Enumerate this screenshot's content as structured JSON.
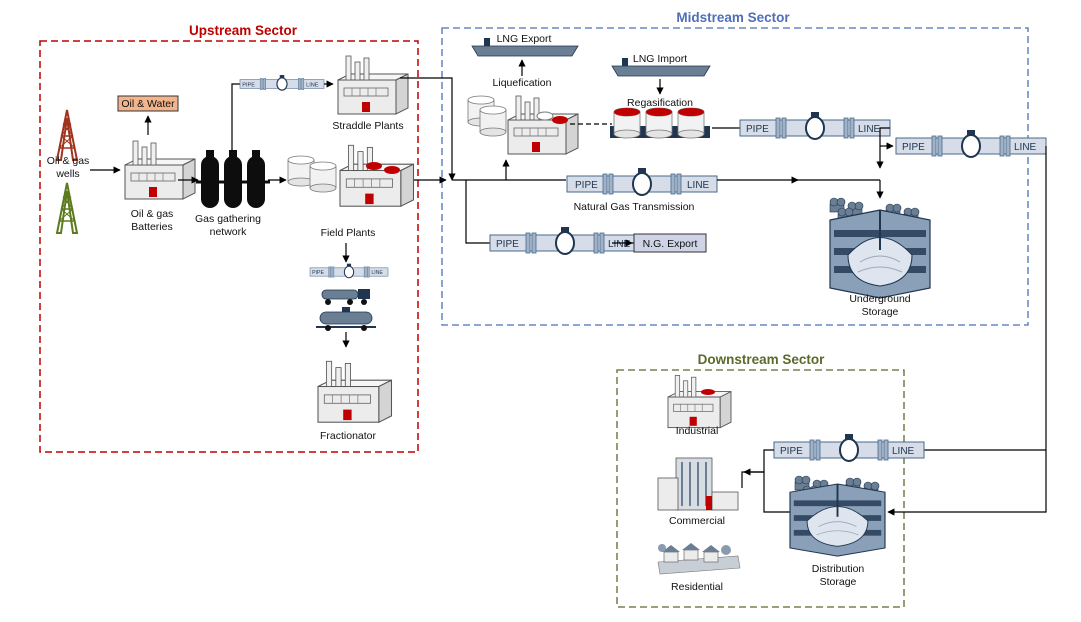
{
  "sectors": {
    "upstream": {
      "title": "Upstream Sector",
      "color": "#c00000"
    },
    "midstream": {
      "title": "Midstream Sector",
      "color": "#4f6fb8"
    },
    "downstream": {
      "title": "Downstream Sector",
      "color": "#5a6a2a"
    }
  },
  "pipe": {
    "left": "PIPE",
    "right": "LINE"
  },
  "nodes": {
    "wells": [
      "Oil & gas",
      "wells"
    ],
    "oil_water": "Oil & Water",
    "batteries": [
      "Oil & gas",
      "Batteries"
    ],
    "gathering": [
      "Gas gathering",
      "network"
    ],
    "straddle": "Straddle Plants",
    "field": "Field Plants",
    "fractionator": "Fractionator",
    "lng_export": "LNG Export",
    "liquefication": "Liquefication",
    "lng_import": "LNG Import",
    "regasification": "Regasification",
    "transmission": "Natural Gas Transmission",
    "ng_export": "N.G. Export",
    "underground": [
      "Underground",
      "Storage"
    ],
    "industrial": "Industrial",
    "commercial": "Commercial",
    "residential": "Residential",
    "distribution": [
      "Distribution",
      "Storage"
    ]
  },
  "colors": {
    "oil_water_fill": "#f2b48c",
    "ng_export_fill": "#cfd3e6",
    "pipe_fill": "#d6dde8",
    "pipe_stroke": "#4a6a8a",
    "building": "#ececec",
    "door": "#c00000",
    "tank_cap": "#c00000"
  }
}
